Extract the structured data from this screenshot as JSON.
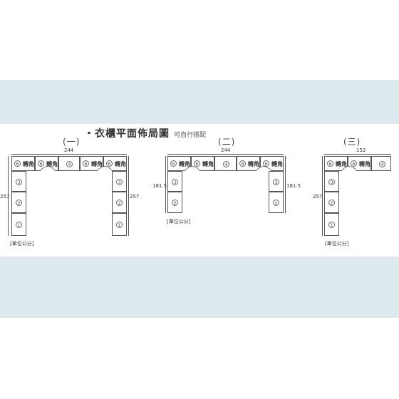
{
  "title": "・衣櫃平面佈局圖",
  "subtitle": "可自行搭配",
  "layouts": [
    {
      "label": "(一)",
      "width_dim": "244",
      "left_dim": "257",
      "right_dim": "257",
      "unit_note": "[單位公分]"
    },
    {
      "label": "(二)",
      "width_dim": "244",
      "left_dim": "181.5",
      "right_dim": "181.5",
      "unit_note": "[單位公分]"
    },
    {
      "label": "(三)",
      "width_dim": "152",
      "left_dim": "257",
      "unit_note": "[單位公分]"
    }
  ],
  "module_text": {
    "corner": "轉角",
    "n1": "1",
    "n2": "2",
    "n3": "3",
    "n4": "4",
    "n6": "6"
  },
  "colors": {
    "band": "#dde9ec",
    "line": "#555555"
  }
}
